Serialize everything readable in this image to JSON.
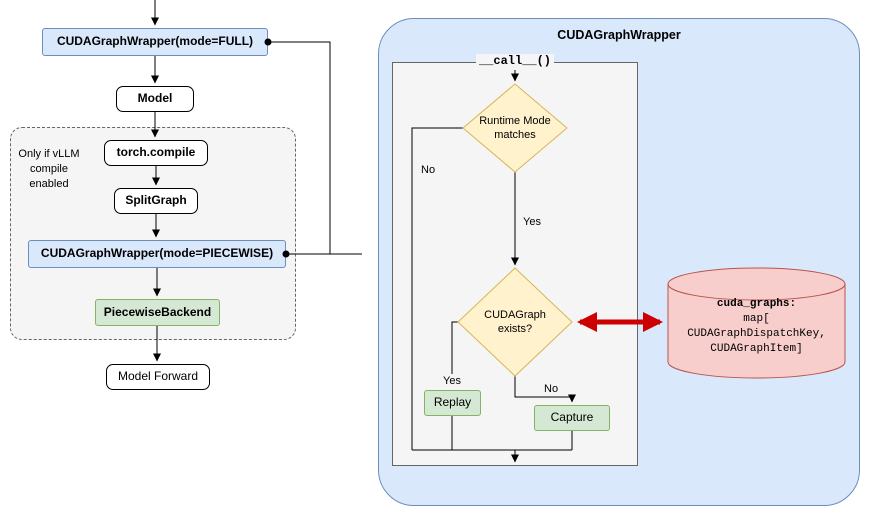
{
  "diagram": {
    "left_flow": {
      "wrapper_full": "CUDAGraphWrapper(mode=FULL)",
      "model": "Model",
      "group_note": "Only if vLLM compile enabled",
      "torch_compile": "torch.compile",
      "split_graph": "SplitGraph",
      "wrapper_piecewise": "CUDAGraphWrapper(mode=PIECEWISE)",
      "piecewise_backend": "PiecewiseBackend",
      "model_forward": "Model Forward"
    },
    "wrapper_panel": {
      "title": "CUDAGraphWrapper",
      "call_method": "__call__()",
      "decision_runtime_mode": "Runtime Mode matches",
      "decision_graph_exists": "CUDAGraph exists?",
      "label_no_runtime": "No",
      "label_yes_runtime": "Yes",
      "label_yes_exists": "Yes",
      "label_no_exists": "No",
      "replay": "Replay",
      "capture": "Capture"
    },
    "datastore": {
      "name": "cuda_graphs:",
      "type_line1": "map[",
      "type_line2": "CUDAGraphDispatchKey,",
      "type_line3": "CUDAGraphItem]"
    },
    "colors": {
      "node_blue_fill": "#dae8fc",
      "node_blue_stroke": "#6c8ebf",
      "node_green_fill": "#d5e8d4",
      "node_green_stroke": "#82b366",
      "decision_fill": "#fff2cc",
      "decision_stroke": "#d6b656",
      "datastore_fill": "#f8cecc",
      "datastore_stroke": "#b85450",
      "panel_gray_fill": "#f5f5f5",
      "red_arrow": "#cc0000"
    }
  }
}
